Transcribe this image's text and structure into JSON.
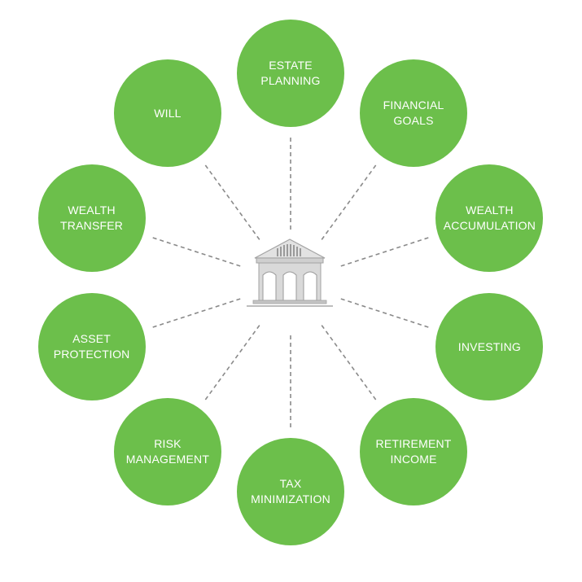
{
  "diagram": {
    "colors": {
      "node_fill": "#6cbf4b",
      "node_text": "#ffffff",
      "connector": "#8a8a8a",
      "icon": "#9a9a9a"
    },
    "center_icon": "bank-building-icon",
    "nodes": [
      {
        "id": "estate-planning",
        "label": "ESTATE\nPLANNING"
      },
      {
        "id": "financial-goals",
        "label": "FINANCIAL\nGOALS"
      },
      {
        "id": "wealth-accumulation",
        "label": "WEALTH\nACCUMULATION"
      },
      {
        "id": "investing",
        "label": "INVESTING"
      },
      {
        "id": "retirement-income",
        "label": "RETIREMENT\nINCOME"
      },
      {
        "id": "tax-minimization",
        "label": "TAX\nMINIMIZATION"
      },
      {
        "id": "risk-management",
        "label": "RISK\nMANAGEMENT"
      },
      {
        "id": "asset-protection",
        "label": "ASSET\nPROTECTION"
      },
      {
        "id": "wealth-transfer",
        "label": "WEALTH\nTRANSFER"
      },
      {
        "id": "will",
        "label": "WILL"
      }
    ]
  }
}
